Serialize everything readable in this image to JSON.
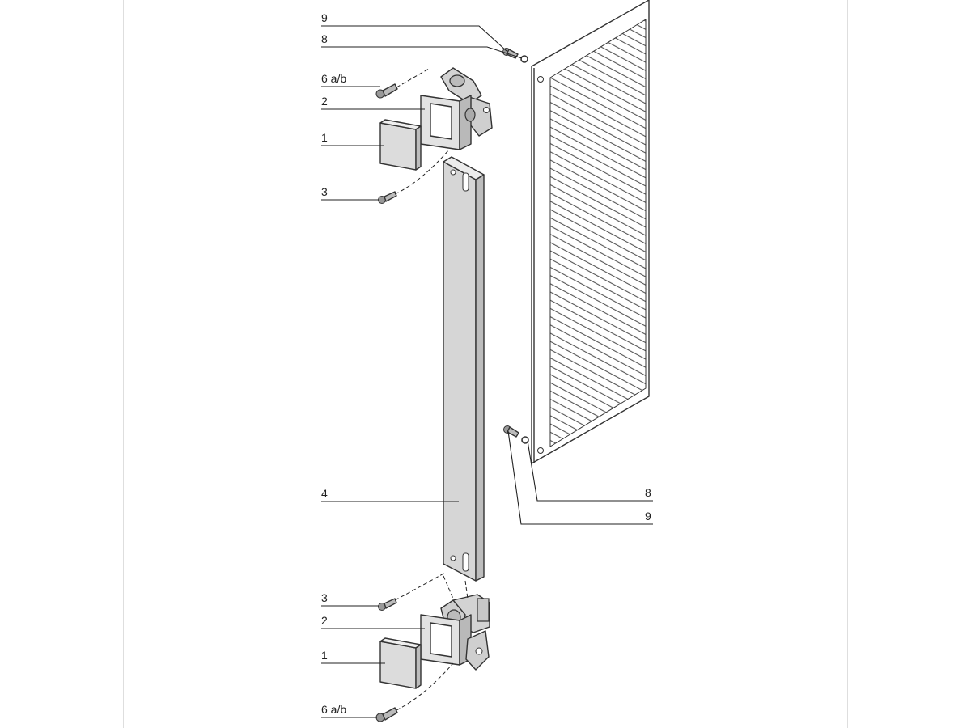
{
  "diagram": {
    "callouts": [
      {
        "id": "c-9-top",
        "label": "9"
      },
      {
        "id": "c-8-top",
        "label": "8"
      },
      {
        "id": "c-6ab-top",
        "label": "6 a/b"
      },
      {
        "id": "c-2-top",
        "label": "2"
      },
      {
        "id": "c-1-top",
        "label": "1"
      },
      {
        "id": "c-3-top",
        "label": "3"
      },
      {
        "id": "c-4",
        "label": "4"
      },
      {
        "id": "c-8-right",
        "label": "8"
      },
      {
        "id": "c-9-right",
        "label": "9"
      },
      {
        "id": "c-3-bottom",
        "label": "3"
      },
      {
        "id": "c-2-bottom",
        "label": "2"
      },
      {
        "id": "c-1-bottom",
        "label": "1"
      },
      {
        "id": "c-6ab-bottom",
        "label": "6 a/b"
      }
    ],
    "colors": {
      "line": "#222222",
      "part_fill": "#d9d9d9",
      "part_fill_light": "#e8e8e8",
      "background": "#ffffff"
    }
  }
}
